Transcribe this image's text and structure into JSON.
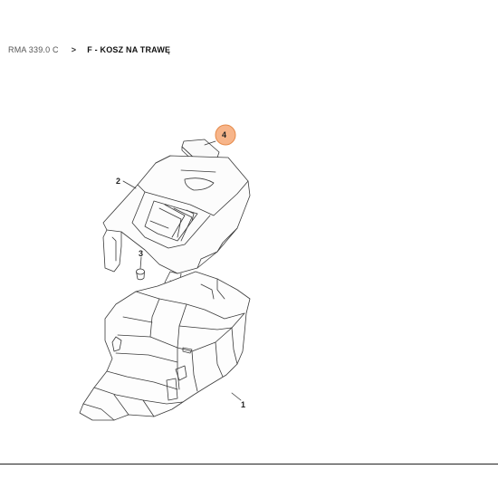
{
  "breadcrumb": {
    "parent": "RMA 339.0 C",
    "separator": ">",
    "current": "F - KOSZ NA TRAWĘ"
  },
  "diagram": {
    "callouts": [
      {
        "number": "4",
        "highlighted": true
      },
      {
        "number": "2",
        "highlighted": false
      },
      {
        "number": "3",
        "highlighted": false
      },
      {
        "number": "1",
        "highlighted": false
      }
    ],
    "highlight_color": "#f7b58a",
    "highlight_border": "#e58a4a"
  }
}
